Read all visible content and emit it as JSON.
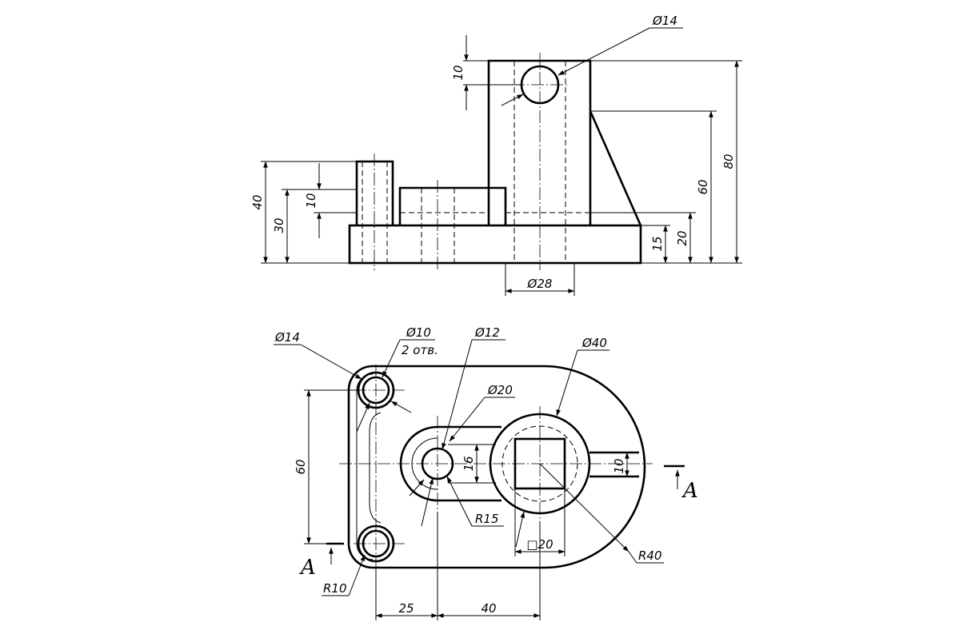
{
  "front_view": {
    "dims": {
      "hole_dia_top": "Ø14",
      "top_offset": "10",
      "total_height": "80",
      "rib_height": "60",
      "boss_height": "20",
      "base_thickness": "15",
      "left_pin_height": "40",
      "left_pin_base": "30",
      "step_height": "10",
      "bore_dia": "Ø28"
    }
  },
  "top_view": {
    "dims": {
      "pin_outer_dia": "Ø14",
      "holes_dia": "Ø10",
      "holes_count": "2 отв.",
      "small_hole_dia": "Ø12",
      "boss_dia": "Ø20",
      "big_boss_dia": "Ø40",
      "slot_width": "16",
      "right_slot": "10",
      "pitch_vertical": "60",
      "arc_radius": "R15",
      "outer_radius": "R40",
      "square_size": "□20",
      "corner_radius": "R10",
      "offset_25": "25",
      "offset_40": "40"
    },
    "section_label": "A"
  }
}
